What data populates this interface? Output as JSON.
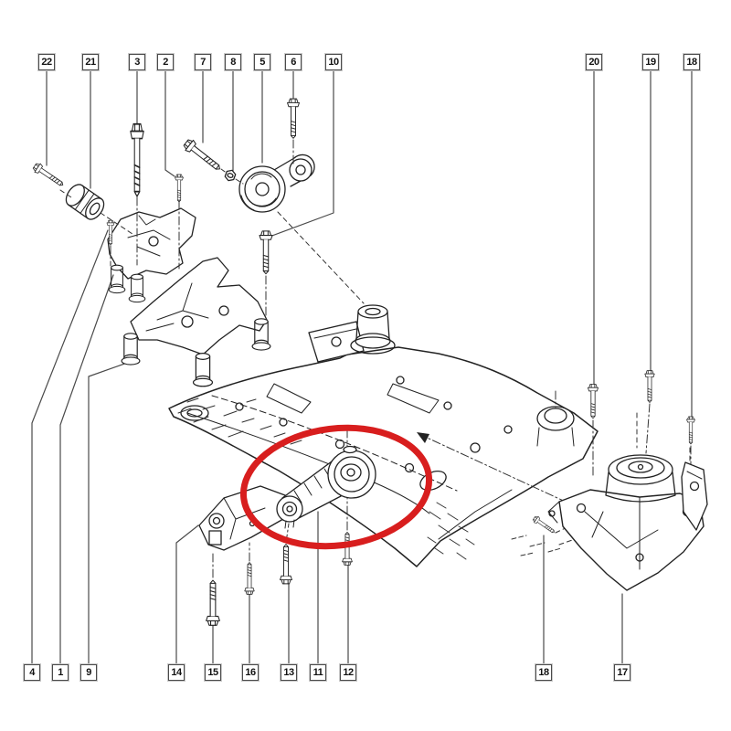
{
  "diagram": {
    "type": "exploded-parts-diagram",
    "subject": "engine-mounting-and-subframe",
    "background_color": "#ffffff",
    "line_color": "#222222",
    "highlight": {
      "shape": "ellipse",
      "color": "#d81e1e",
      "highlighted_callout": "11"
    }
  },
  "callouts": {
    "top": [
      {
        "label": "22"
      },
      {
        "label": "21"
      },
      {
        "label": "3"
      },
      {
        "label": "2"
      },
      {
        "label": "7"
      },
      {
        "label": "8"
      },
      {
        "label": "5"
      },
      {
        "label": "6"
      },
      {
        "label": "10"
      },
      {
        "label": "20"
      },
      {
        "label": "19"
      },
      {
        "label": "18"
      }
    ],
    "bottom": [
      {
        "label": "4"
      },
      {
        "label": "1"
      },
      {
        "label": "9"
      },
      {
        "label": "14"
      },
      {
        "label": "15"
      },
      {
        "label": "16"
      },
      {
        "label": "13"
      },
      {
        "label": "11"
      },
      {
        "label": "12"
      },
      {
        "label": "18"
      },
      {
        "label": "17"
      }
    ]
  }
}
